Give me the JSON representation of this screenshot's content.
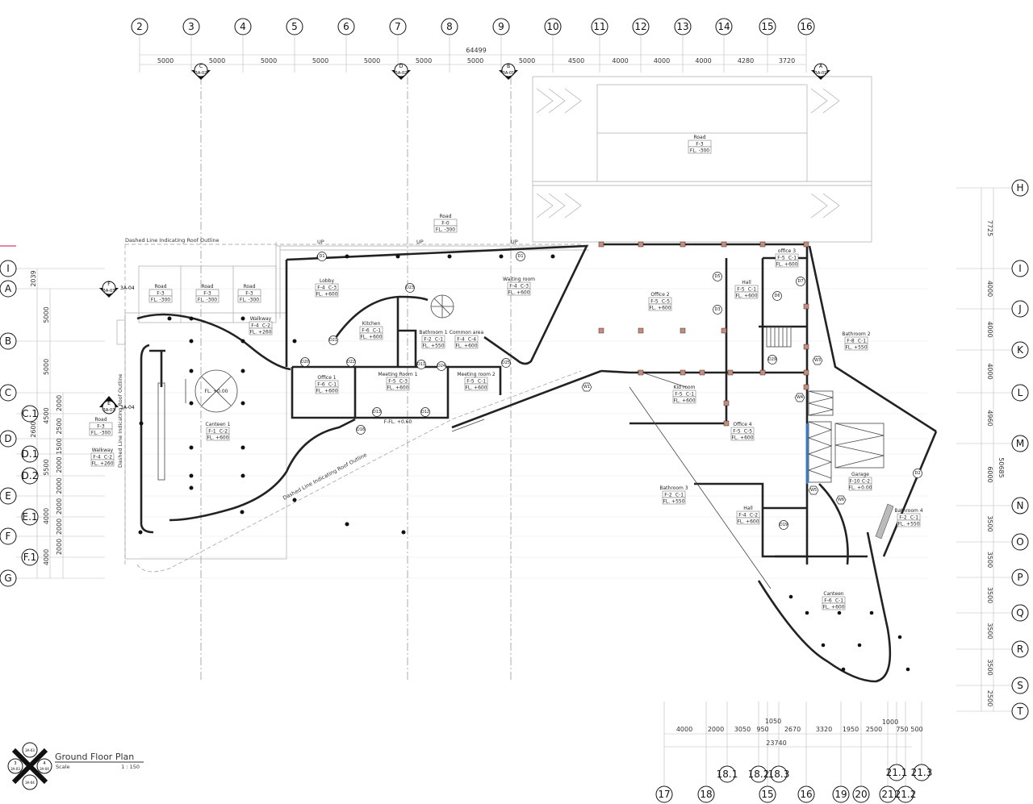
{
  "title_block": {
    "title": "Ground Floor Plan",
    "scale_label": "Scale",
    "scale_value": "1 : 150",
    "key_markers": [
      "1",
      "2",
      "3",
      "4"
    ],
    "key_sheets": [
      "3A-03",
      "3A-04",
      "3A-03",
      "3A-04"
    ]
  },
  "grid_top": {
    "labels": [
      "2",
      "3",
      "4",
      "5",
      "6",
      "7",
      "8",
      "9",
      "10",
      "11",
      "12",
      "13",
      "14",
      "15",
      "16"
    ],
    "dims": [
      "5000",
      "5000",
      "5000",
      "5000",
      "5000",
      "5000",
      "5000",
      "5000",
      "4500",
      "4000",
      "4000",
      "4000",
      "4280",
      "3720"
    ],
    "total": "64499"
  },
  "grid_left": {
    "labels": [
      "I",
      "A",
      "B",
      "C",
      "C.1",
      "D",
      "D.1",
      "D.2",
      "E",
      "E.1",
      "F",
      "F.1",
      "G"
    ],
    "dims_outer": [
      "2039",
      "5000",
      "5000",
      "4500",
      "5500",
      "4000",
      "4000"
    ],
    "dims_inner": [
      "2000",
      "2500",
      "1500",
      "2000",
      "2000",
      "2000",
      "2000",
      "2000"
    ],
    "total": "26000"
  },
  "grid_right": {
    "labels": [
      "H",
      "I",
      "J",
      "K",
      "L",
      "M",
      "N",
      "O",
      "P",
      "Q",
      "R",
      "S",
      "T"
    ],
    "dims": [
      "7725",
      "4000",
      "4000",
      "4000",
      "4960",
      "6000",
      "3500",
      "3500",
      "3500",
      "3500",
      "3500",
      "2500"
    ],
    "total": "50685"
  },
  "grid_bottom": {
    "labels": [
      "17",
      "18",
      "18.1",
      "18.2",
      "18.3",
      "15",
      "16",
      "19",
      "20",
      "21",
      "21.1",
      "21.2",
      "21.3"
    ],
    "dims": [
      "4000",
      "2000",
      "3050",
      "950",
      "1050",
      "2670",
      "3320",
      "1950",
      "2500",
      "1000",
      "750",
      "500"
    ],
    "total": "23740"
  },
  "section_markers": [
    {
      "letter": "C",
      "sheet": "3A-02"
    },
    {
      "letter": "D",
      "sheet": "3A-02"
    },
    {
      "letter": "B",
      "sheet": "3A-01"
    },
    {
      "letter": "A",
      "sheet": "3A-01"
    },
    {
      "letter": "F",
      "sheet": "3A-03",
      "ref": "3A-04"
    },
    {
      "letter": "E",
      "sheet": "3A-03",
      "ref": "3A-04"
    }
  ],
  "notes": {
    "roof_outline": "Dashed Line Indicating Roof Outline",
    "up": "UP",
    "level_circle": "FL. +0.00",
    "meeting_floor": "F-FL. +0.60"
  },
  "rooms": [
    {
      "name": "Road",
      "floor": "F-3",
      "ceiling": "",
      "level": "FL. -300"
    },
    {
      "name": "Road",
      "floor": "F-0",
      "ceiling": "",
      "level": "FL. -300"
    },
    {
      "name": "Lobby",
      "floor": "F-4",
      "ceiling": "C-3",
      "level": "FL. +600"
    },
    {
      "name": "Waiting room",
      "floor": "F-4",
      "ceiling": "C-3",
      "level": "FL. +600"
    },
    {
      "name": "Kitchen",
      "floor": "F-6",
      "ceiling": "C-1",
      "level": "FL. +600"
    },
    {
      "name": "Bathroom 1",
      "floor": "F-2",
      "ceiling": "C-1",
      "level": "FL. +550"
    },
    {
      "name": "Common area",
      "floor": "F-4",
      "ceiling": "C-4",
      "level": "FL. +600"
    },
    {
      "name": "Office 1",
      "floor": "F-6",
      "ceiling": "C-1",
      "level": "FL. +600"
    },
    {
      "name": "Meeting Room 1",
      "floor": "F-5",
      "ceiling": "C-3",
      "level": "FL. +600"
    },
    {
      "name": "Meeting room 2",
      "floor": "F-5",
      "ceiling": "C-1",
      "level": "FL. +600"
    },
    {
      "name": "Office 2",
      "floor": "F-5",
      "ceiling": "C-5",
      "level": "FL. +600"
    },
    {
      "name": "Hall",
      "floor": "F-5",
      "ceiling": "C-1",
      "level": "FL. +600"
    },
    {
      "name": "office 3",
      "floor": "F-5",
      "ceiling": "C-1",
      "level": "FL. +600"
    },
    {
      "name": "Bathroom 2",
      "floor": "F-8",
      "ceiling": "C-1",
      "level": "FL. +550"
    },
    {
      "name": "Kid room",
      "floor": "F-5",
      "ceiling": "C-1",
      "level": "FL. +600"
    },
    {
      "name": "Office 4",
      "floor": "F-5",
      "ceiling": "C-5",
      "level": "FL. +600"
    },
    {
      "name": "Garage",
      "floor": "F-10",
      "ceiling": "C-2",
      "level": "FL. +0.00"
    },
    {
      "name": "Bathroom 3",
      "floor": "F-2",
      "ceiling": "C-1",
      "level": "FL. +550"
    },
    {
      "name": "Hall",
      "floor": "F-4",
      "ceiling": "C-2",
      "level": "FL. +600"
    },
    {
      "name": "Bathroom 4",
      "floor": "F-2",
      "ceiling": "C-1",
      "level": "FL. +550"
    },
    {
      "name": "Canteen",
      "floor": "F-6",
      "ceiling": "C-1",
      "level": "FL. +600"
    },
    {
      "name": "Canteen 1",
      "floor": "F-1",
      "ceiling": "C-2",
      "level": "FL. +600"
    },
    {
      "name": "Road",
      "floor": "F-3",
      "ceiling": "",
      "level": "FL. -300"
    },
    {
      "name": "Road",
      "floor": "F-3",
      "ceiling": "",
      "level": "FL. -300"
    },
    {
      "name": "Road",
      "floor": "F-3",
      "ceiling": "",
      "level": "FL. -300"
    },
    {
      "name": "Walkway",
      "floor": "F-4",
      "ceiling": "C-2",
      "level": "FL. +260"
    },
    {
      "name": "Road",
      "floor": "F-3",
      "ceiling": "",
      "level": "FL. -300"
    },
    {
      "name": "Walkway",
      "floor": "F-4",
      "ceiling": "C-2",
      "level": "FL. +260"
    }
  ],
  "door_tags": [
    "D1",
    "D1",
    "D5",
    "D6",
    "D7",
    "D3",
    "D11",
    "D12",
    "D13",
    "D16",
    "D19",
    "D20",
    "D21",
    "D22",
    "D23",
    "D24",
    "D25",
    "D29",
    "D2"
  ],
  "window_tags": [
    "W1",
    "W3",
    "W4",
    "W5",
    "W6"
  ],
  "colors": {
    "line": "#222222",
    "grid": "#bbbbbb",
    "highlight_wall": "#2a7fd8",
    "column_mark": "#c0392b"
  }
}
